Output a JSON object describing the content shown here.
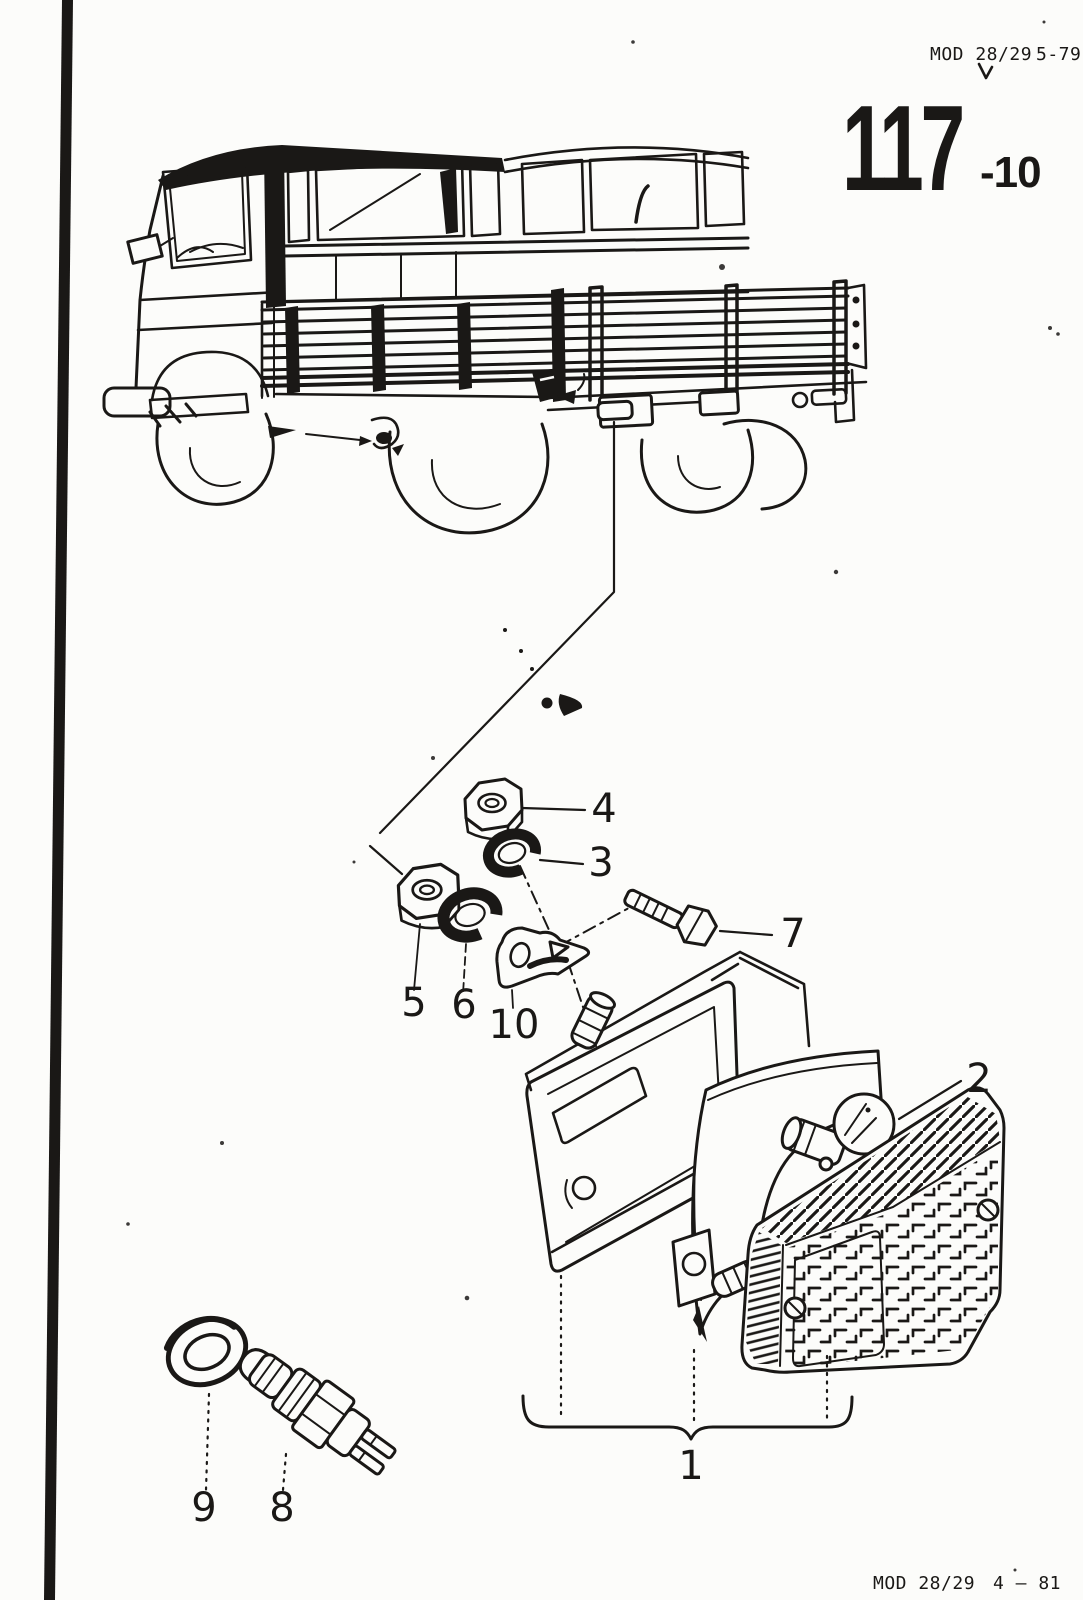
{
  "page": {
    "header": {
      "code": "MOD 28/29",
      "issue": "5-79"
    },
    "page_number": {
      "main": "117",
      "suffix": "-10"
    },
    "footer": {
      "code": "MOD 28/29",
      "issue": "4 – 81"
    }
  },
  "diagram": {
    "callouts": {
      "c1": "1",
      "c2": "2",
      "c3": "3",
      "c4": "4",
      "c5": "5",
      "c6": "6",
      "c7": "7",
      "c8": "8",
      "c9": "9",
      "c10": "10"
    }
  },
  "colors": {
    "ink": "#1a1816",
    "paper": "#fcfcfa"
  }
}
